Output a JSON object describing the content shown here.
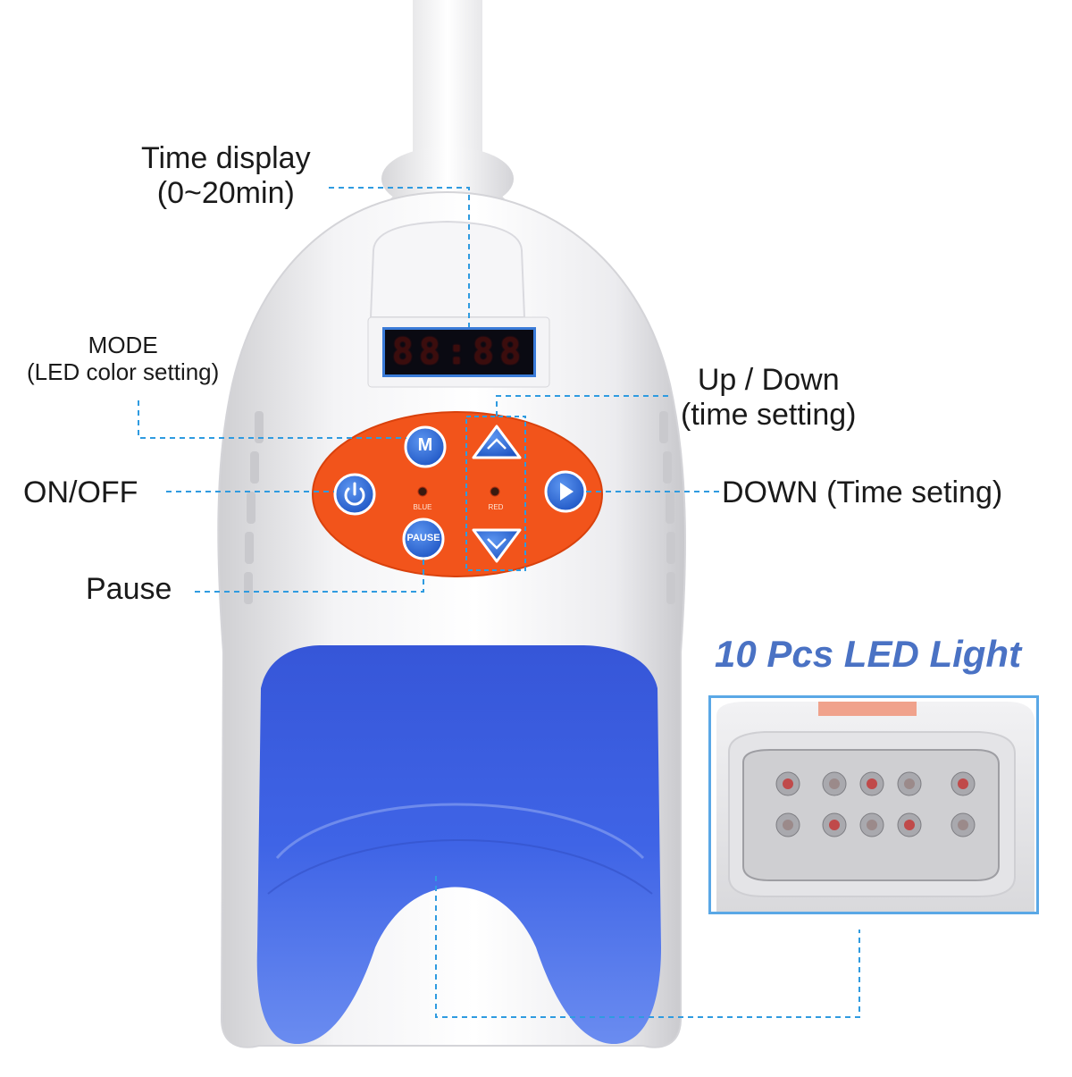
{
  "labels": {
    "time_display": {
      "line1": "Time display",
      "line2": "(0~20min)"
    },
    "mode": {
      "line1": "MODE",
      "line2": "(LED color setting)"
    },
    "up_down": {
      "line1": "Up / Down",
      "line2": "(time setting)"
    },
    "on_off": "ON/OFF",
    "down": "DOWN (Time seting)",
    "pause": "Pause",
    "led_light": "10 Pcs LED Light"
  },
  "panel": {
    "display_digits": "88:88",
    "mode_button": "M",
    "pause_button": "PAUSE",
    "blue_indicator": "BLUE",
    "red_indicator": "RED"
  },
  "inset": {
    "led_count": 10
  },
  "colors": {
    "leader_line": "#2f9be0",
    "panel": "#f2541b",
    "button": "#2f6bd6",
    "mouthpiece": "#3b63e0",
    "title_accent": "#4a72c4",
    "display_digit": "#e11d1d"
  },
  "icons": {
    "power": "power-icon",
    "up": "chevron-up-icon",
    "down": "chevron-down-icon",
    "play": "play-icon"
  }
}
